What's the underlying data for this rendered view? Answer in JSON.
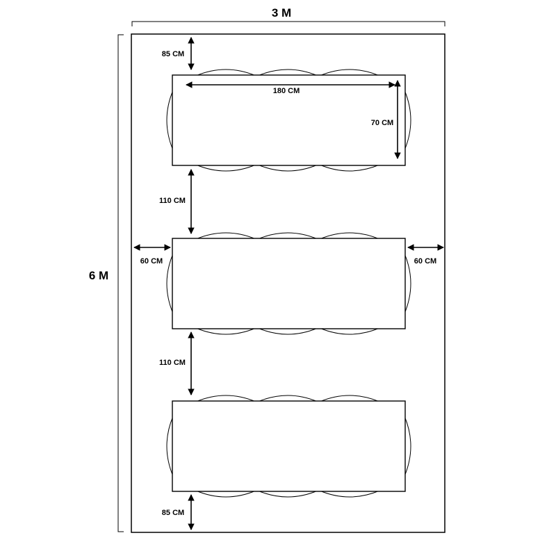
{
  "room": {
    "width_label": "3 M",
    "height_label": "6 M"
  },
  "tables": [
    {
      "name": "table-1",
      "length_label": "180 CM",
      "width_label": "70 CM",
      "chairs_per_long_side": 3,
      "chairs_per_short_side": 1
    },
    {
      "name": "table-2",
      "chairs_per_long_side": 3,
      "chairs_per_short_side": 1
    },
    {
      "name": "table-3",
      "chairs_per_long_side": 3,
      "chairs_per_short_side": 1
    }
  ],
  "dimensions": {
    "top_clearance": "85 CM",
    "gap_1": "110 CM",
    "gap_2": "110 CM",
    "left_clearance": "60 CM",
    "right_clearance": "60 CM",
    "bottom_clearance": "85 CM"
  },
  "colors": {
    "line": "#000000",
    "background": "#ffffff"
  }
}
